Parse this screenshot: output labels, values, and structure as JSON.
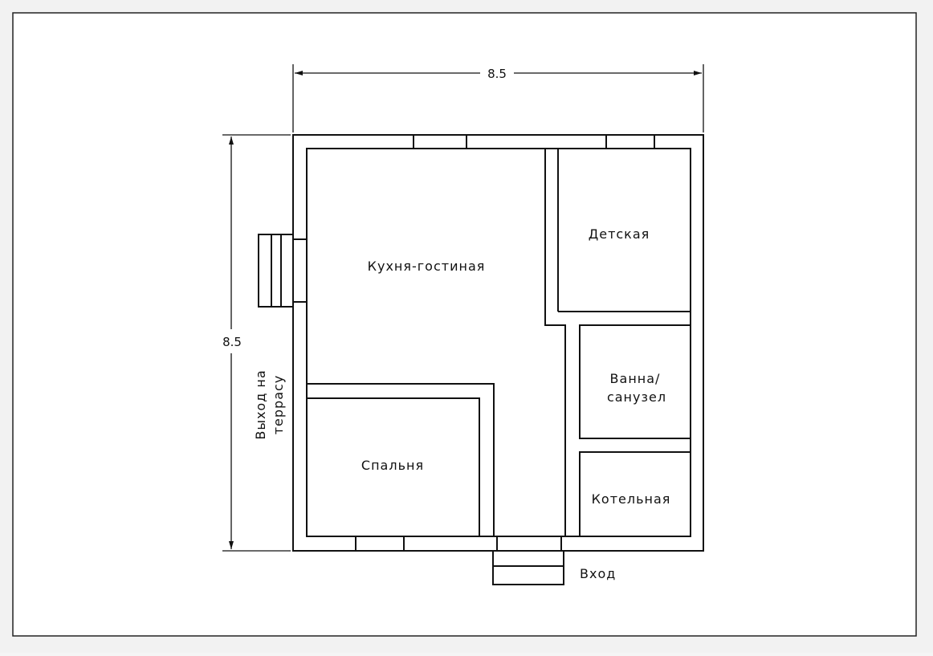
{
  "dimensions": {
    "top": "8.5",
    "left": "8.5"
  },
  "rooms": {
    "kitchen_living": "Кухня-гостиная",
    "kids_room": "Детская",
    "bath_line1": "Ванна/",
    "bath_line2": "санузел",
    "bedroom": "Спальня",
    "boiler_room": "Котельная"
  },
  "annotations": {
    "terrace_line1": "Выход на",
    "terrace_line2": "террасу",
    "entrance": "Вход"
  }
}
